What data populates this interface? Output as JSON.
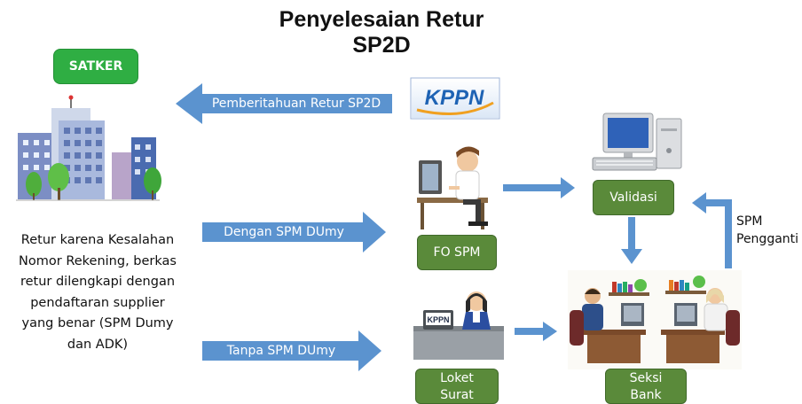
{
  "title_line1": "Penyelesaian Retur",
  "title_line2": "SP2D",
  "satker_label": "SATKER",
  "kppn_logo_text": "KPPN",
  "description": "Retur karena Kesalahan Nomor Rekening, berkas retur dilengkapi dengan pendaftaran supplier yang benar (SPM Dumy dan ADK)",
  "arrows": {
    "pemberitahuan": "Pemberitahuan Retur SP2D",
    "dengan_spm": "Dengan SPM DUmy",
    "tanpa_spm": "Tanpa SPM DUmy"
  },
  "boxes": {
    "fo_spm": "FO SPM",
    "validasi": "Validasi",
    "loket_line1": "Loket",
    "loket_line2": "Surat",
    "seksi_line1": "Seksi",
    "seksi_line2": "Bank"
  },
  "spm_pengganti_line1": "SPM",
  "spm_pengganti_line2": "Pengganti",
  "counter_sign": "KPPN",
  "colors": {
    "arrow_blue": "#5b93cf",
    "box_green": "#5a8a3a",
    "satker_green": "#2fae43",
    "kppn_blue": "#1e63b4"
  }
}
